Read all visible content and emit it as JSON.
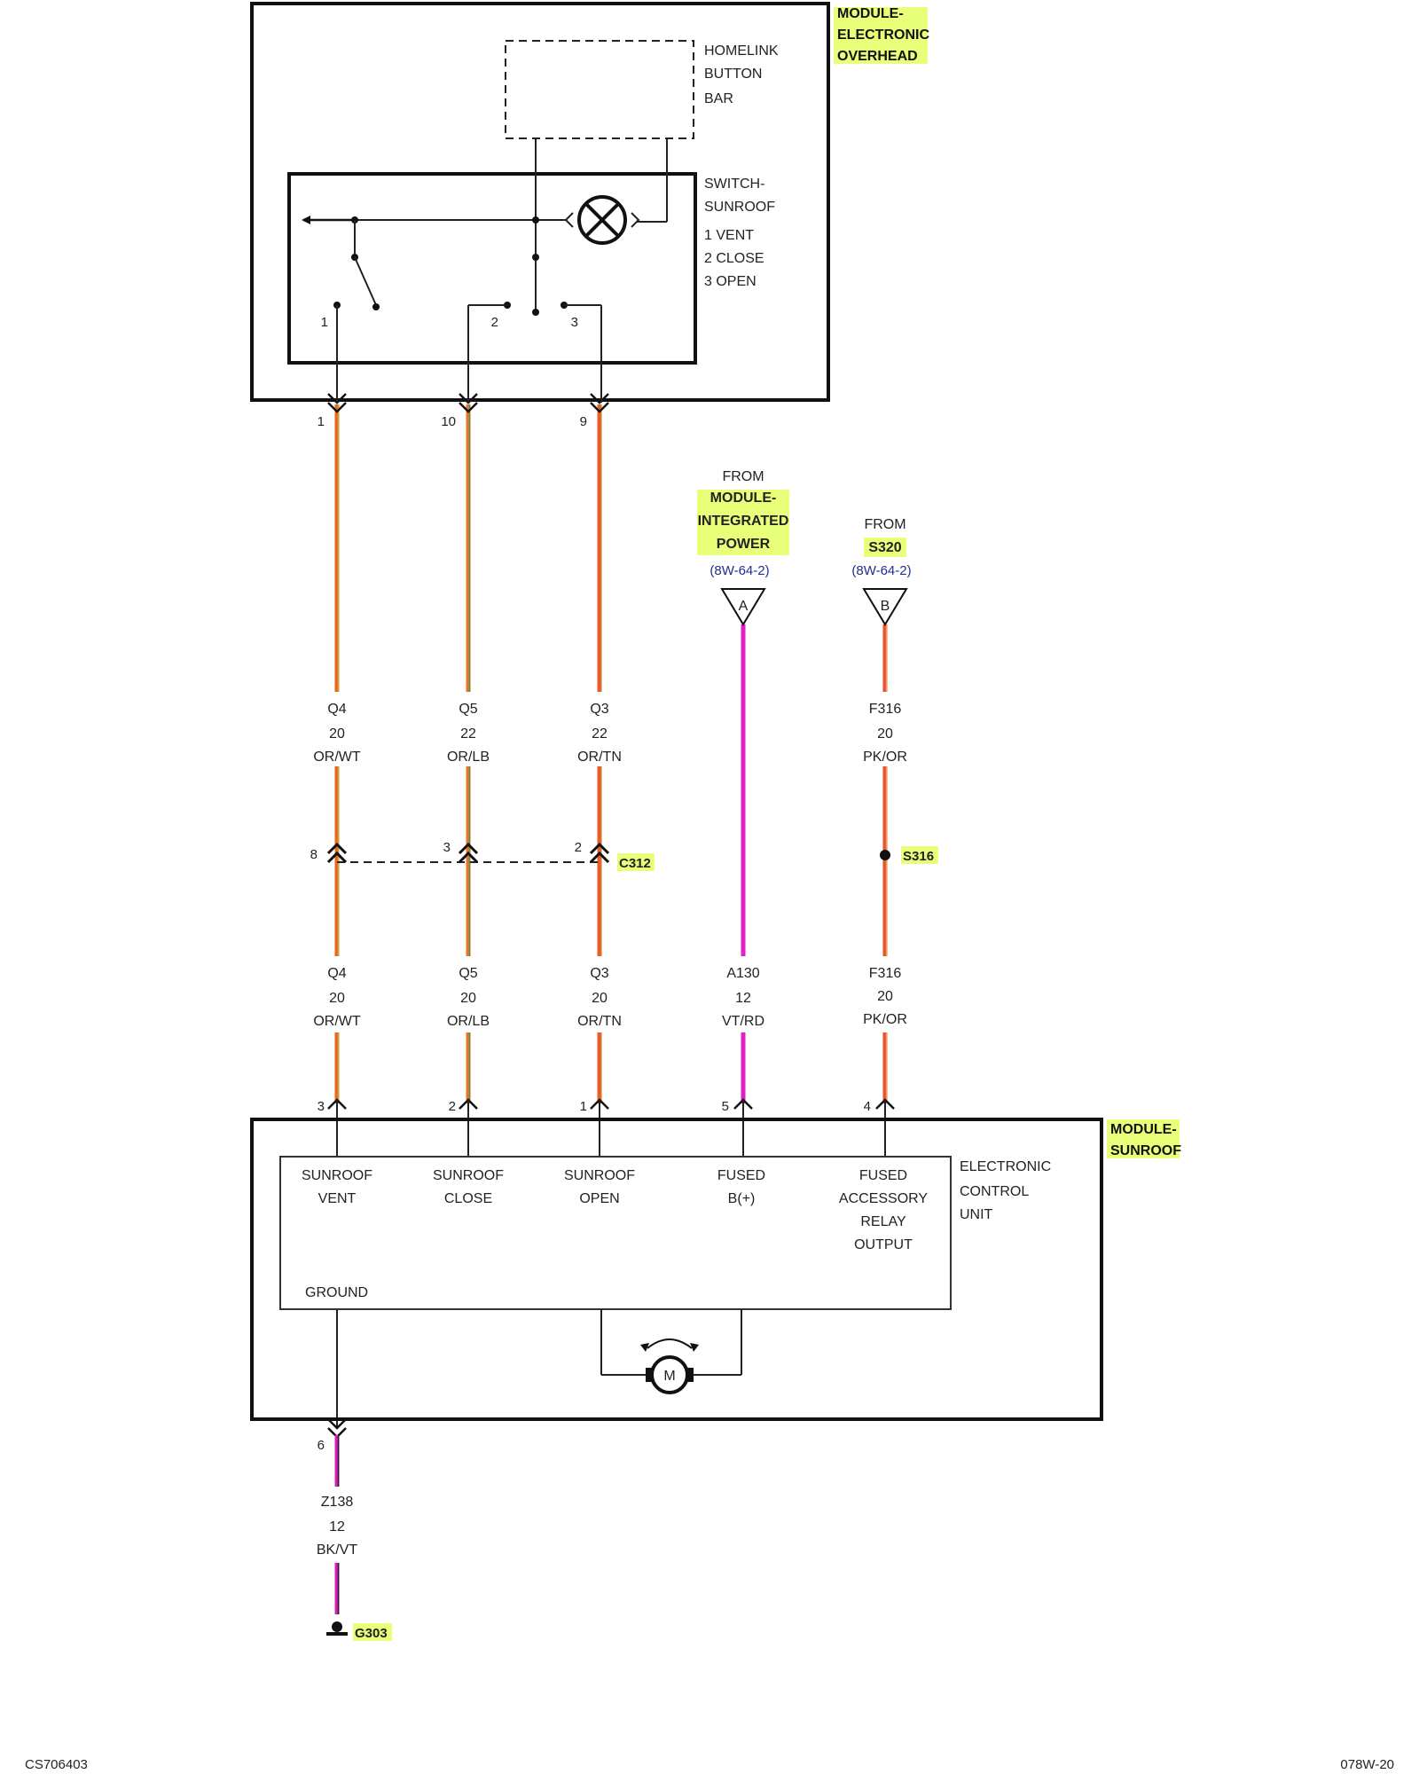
{
  "overhead_module": {
    "title": [
      "MODULE-",
      "ELECTRONIC",
      "OVERHEAD"
    ],
    "homelink": [
      "HOMELINK",
      "BUTTON",
      "BAR"
    ],
    "switch": [
      "SWITCH-",
      "SUNROOF",
      "1 VENT",
      "2 CLOSE",
      "3 OPEN"
    ],
    "switch_pins": [
      "1",
      "2",
      "3"
    ]
  },
  "sources": {
    "a": {
      "from": "FROM",
      "name": [
        "MODULE-",
        "INTEGRATED",
        "POWER"
      ],
      "ref": "(8W-64-2)",
      "letter": "A"
    },
    "b": {
      "from": "FROM",
      "name": [
        "S320"
      ],
      "ref": "(8W-64-2)",
      "letter": "B"
    }
  },
  "wires": [
    {
      "id": "q4",
      "top_pin": "1",
      "upper": [
        "Q4",
        "20",
        "OR/WT"
      ],
      "c312_pin": "8",
      "lower": [
        "Q4",
        "20",
        "OR/WT"
      ],
      "module_pin": "3",
      "color_main": "#f0621e",
      "color_stripe": "#b8b040"
    },
    {
      "id": "q5",
      "top_pin": "10",
      "upper": [
        "Q5",
        "22",
        "OR/LB"
      ],
      "c312_pin": "3",
      "lower": [
        "Q5",
        "20",
        "OR/LB"
      ],
      "module_pin": "2",
      "color_main": "#e8742a",
      "color_stripe": "#6a8a3a"
    },
    {
      "id": "q3",
      "top_pin": "9",
      "upper": [
        "Q3",
        "22",
        "OR/TN"
      ],
      "c312_pin": "2",
      "lower": [
        "Q3",
        "20",
        "OR/TN"
      ],
      "module_pin": "1",
      "color_main": "#f05a22",
      "color_stripe": "#c87a3a"
    },
    {
      "id": "a130",
      "lower": [
        "A130",
        "12",
        "VT/RD"
      ],
      "module_pin": "5",
      "color_main": "#e21ec8",
      "color_stripe": "#e21ec8"
    },
    {
      "id": "f316",
      "upper": [
        "F316",
        "20",
        "PK/OR"
      ],
      "lower": [
        "F316",
        "20",
        "PK/OR"
      ],
      "module_pin": "4",
      "color_main": "#f04a3a",
      "color_stripe": "#e8a040"
    }
  ],
  "connector": {
    "name": "C312"
  },
  "splice": {
    "name": "S316"
  },
  "sunroof_module": {
    "title": [
      "MODULE-",
      "SUNROOF"
    ],
    "ecu": [
      "ELECTRONIC",
      "CONTROL",
      "UNIT"
    ],
    "inputs": [
      [
        "SUNROOF",
        "VENT"
      ],
      [
        "SUNROOF",
        "CLOSE"
      ],
      [
        "SUNROOF",
        "OPEN"
      ],
      [
        "FUSED",
        "B(+)"
      ],
      [
        "FUSED",
        "ACCESSORY",
        "RELAY",
        "OUTPUT"
      ]
    ],
    "ground_label": "GROUND",
    "motor": "M"
  },
  "ground": {
    "pin": "6",
    "wire": [
      "Z138",
      "12",
      "BK/VT"
    ],
    "name": "G303",
    "color_main": "#d81ec0",
    "color_stripe": "#222222"
  },
  "footer": {
    "left": "CS706403",
    "right": "078W-20"
  }
}
